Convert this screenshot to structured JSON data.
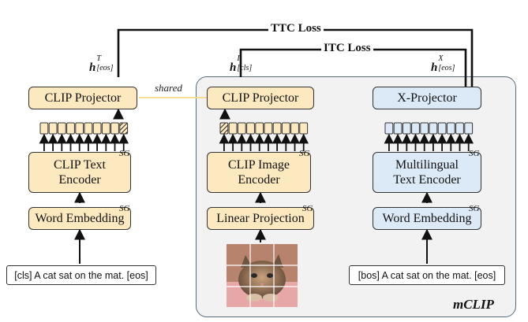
{
  "losses": {
    "ttc": "TTC Loss",
    "itc": "ITC Loss"
  },
  "hidden_labels": {
    "text": {
      "base": "h",
      "sup": "T",
      "sub": "[eos]"
    },
    "image": {
      "base": "h",
      "sup": "I",
      "sub": "[cls]"
    },
    "multilingual": {
      "base": "h",
      "sup": "X",
      "sub": "[eos]"
    }
  },
  "shared_label": "shared",
  "sg_marker": "SG",
  "left_branch": {
    "projector": "CLIP Projector",
    "encoder_line1": "CLIP Text",
    "encoder_line2": "Encoder",
    "embedding": "Word Embedding",
    "input": "[cls] A cat sat on the mat. [eos]"
  },
  "middle_branch": {
    "projector": "CLIP Projector",
    "encoder_line1": "CLIP Image",
    "encoder_line2": "Encoder",
    "embedding": "Linear Projection",
    "input_image": "cat photo split into patches"
  },
  "right_branch": {
    "projector": "X-Projector",
    "encoder_line1": "Multilingual",
    "encoder_line2": "Text Encoder",
    "embedding": "Word Embedding",
    "input": "[bos] A cat sat on the mat. [eos]"
  },
  "panel_label": "mCLIP",
  "colors": {
    "clip_module": "#fde9c0",
    "mclip_module": "#dce9f6",
    "panel_bg": "#f2f2f2",
    "shared_link": "#f3d98a"
  }
}
